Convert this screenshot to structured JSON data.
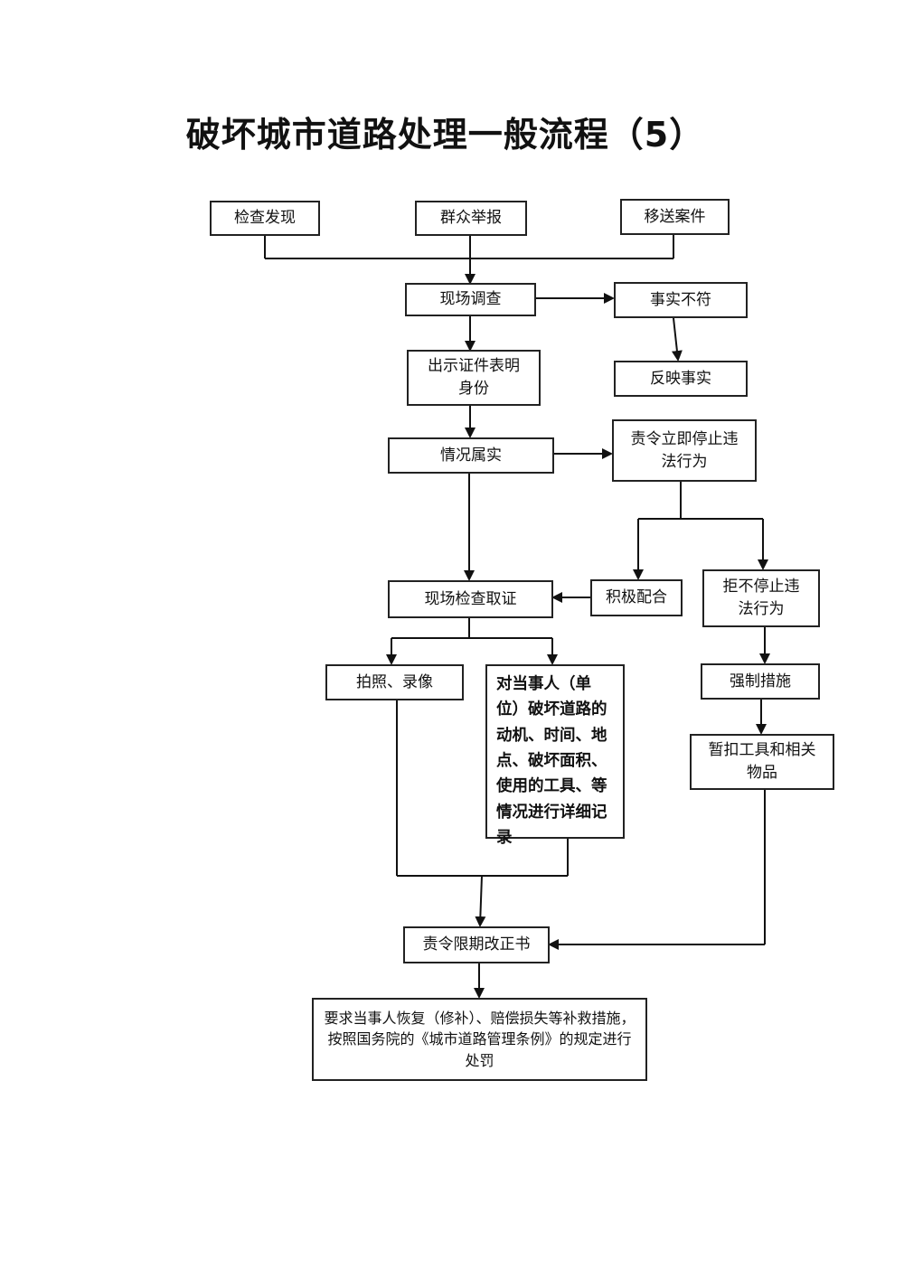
{
  "title": "破坏城市道路处理一般流程（5）",
  "nodes": {
    "inspect": "检查发现",
    "report": "群众举报",
    "transfer": "移送案件",
    "site_survey": "现场调查",
    "mismatch": "事实不符",
    "show_id": "出示证件表明身份",
    "feedback": "反映事实",
    "fact_true": "情况属实",
    "order_stop": "责令立即停止违法行为",
    "cooperate": "积极配合",
    "refuse_stop": "拒不停止违法行为",
    "site_evidence": "现场检查取证",
    "photo": "拍照、录像",
    "record": "对当事人（单位）破坏道路的动机、时间、地点、破坏面积、使用的工具、等情况进行详细记录",
    "force": "强制措施",
    "seize": "暂扣工具和相关物品",
    "rectify": "责令限期改正书",
    "final": "要求当事人恢复（修补）、赔偿损失等补救措施，按照国务院的《城市道路管理条例》的规定进行处罚"
  }
}
